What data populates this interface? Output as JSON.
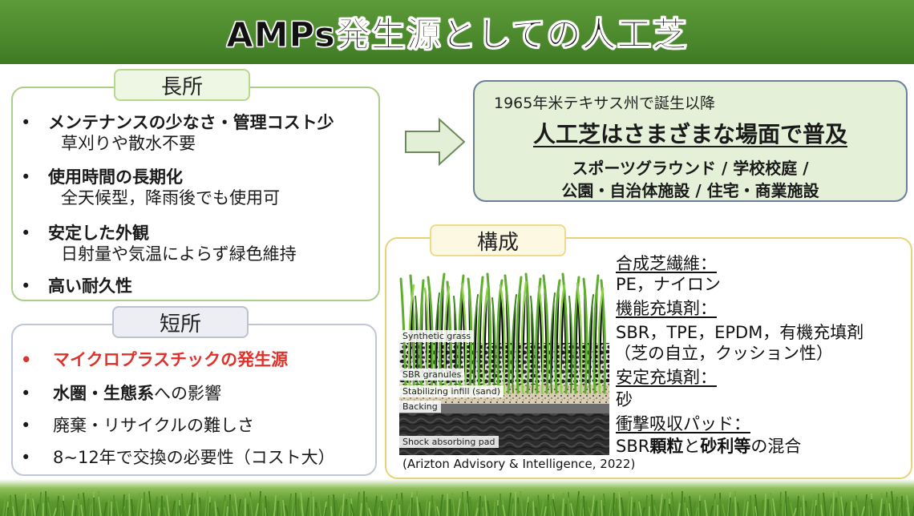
{
  "title": "AMPs発生源としての人工芝",
  "pros": {
    "heading": "長所",
    "items": [
      {
        "main": "メンテナンスの少なさ・管理コスト少",
        "sub": "草刈りや散水不要"
      },
      {
        "main": "使用時間の長期化",
        "sub": "全天候型，降雨後でも使用可"
      },
      {
        "main": "安定した外観",
        "sub": "日射量や気温によらず緑色維持"
      },
      {
        "main": "高い耐久性",
        "sub": ""
      }
    ]
  },
  "cons": {
    "heading": "短所",
    "items": [
      {
        "text": "マイクロプラスチックの発生源",
        "color": "#e0322b",
        "bold": true
      },
      {
        "bold_part": "水圏・生態系",
        "rest": "への影響"
      },
      {
        "text": "廃棄・リサイクルの難しさ"
      },
      {
        "text": "8~12年で交換の必要性（コスト大）"
      }
    ]
  },
  "bullet": "•",
  "spread": {
    "since": "1965年米テキサス州で誕生以降",
    "headline": "人工芝はさまざまな場面で普及",
    "line1": "スポーツグラウンド / 学校校庭 /",
    "line2": "公園・自治体施設 / 住宅・商業施設"
  },
  "composition": {
    "heading": "構成",
    "image_labels": {
      "grass": "Synthetic grass",
      "sbr": "SBR granules",
      "infill": "Stabilizing infill (sand)",
      "backing": "Backing",
      "pad": "Shock absorbing pad"
    },
    "citation": "(Arizton Advisory & Intelligence,  2022)",
    "fiber_label": "合成芝繊維：",
    "fiber_value": "PE，ナイロン",
    "filler_label": "機能充填剤：",
    "filler_value": "SBR，TPE，EPDM，有機充填剤",
    "filler_note": "（芝の自立，クッション性）",
    "stable_label": "安定充填剤：",
    "stable_value": "砂",
    "pad_label": "衝撃吸収パッド：",
    "pad_value_1": "SBR",
    "pad_value_2": "顆粒",
    "pad_value_3": "と",
    "pad_value_4": "砂利等",
    "pad_value_5": "の混合"
  },
  "colors": {
    "banner": "#4d8a2e",
    "pros_border": "#a9cf8a",
    "cons_border": "#bfc6d8",
    "spread_bg": "#e4f0d8",
    "comp_border": "#e8d27a",
    "highlight_red": "#e0322b"
  }
}
